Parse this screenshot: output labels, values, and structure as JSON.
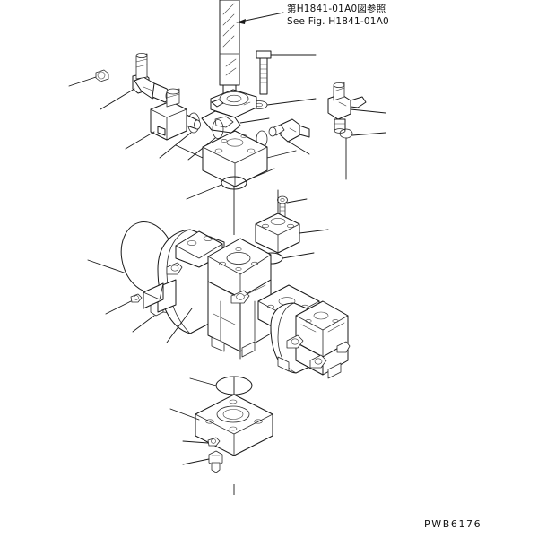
{
  "drawing": {
    "code": "PWB6176",
    "title_note_jp": "第H1841-01A0図参照",
    "title_note_en": "See Fig. H1841-01A0",
    "background_color": "#ffffff",
    "line_color": "#1a1a1a",
    "view_type": "exploded-parts-diagram",
    "subject": "hydraulic pump assembly"
  },
  "parts": {
    "drive_shaft": "drive-shaft",
    "coupling_bolt": "coupling-bolt",
    "coupling_washer": "coupling-washer",
    "coupling_half_upper": "coupling-half-upper",
    "coupling_half_lower": "coupling-half-lower",
    "elbow_fitting_left": "elbow-fitting-left",
    "plug_left": "plug-left",
    "oring_left_fitting": "o-ring-left-fitting",
    "valve_block_left": "valve-block-left",
    "oring_valve_block_left": "o-ring-valve-block-left",
    "elbow_fitting_right": "elbow-fitting-right",
    "oring_right_fitting": "o-ring-right-fitting",
    "port_fitting_center": "port-fitting-center",
    "oring_port_fitting": "o-ring-port-fitting",
    "valve_plate": "valve-plate",
    "oring_valve_plate": "o-ring-valve-plate",
    "cover_block_right": "cover-block-right",
    "cover_block_bolt": "cover-block-bolt",
    "oring_cover_block": "o-ring-cover-block",
    "main_oring_large": "o-ring-large-mounting",
    "mount_bolt_left": "mounting-bolt-left",
    "mount_washer_left": "mounting-washer-left",
    "pump_body_main": "pump-body-main",
    "pump_gear_section": "pump-gear-section",
    "oring_bottom": "o-ring-bottom-flange",
    "bottom_flange": "bottom-mounting-flange",
    "bottom_washer": "bottom-washer",
    "bottom_bolt": "bottom-bolt"
  }
}
